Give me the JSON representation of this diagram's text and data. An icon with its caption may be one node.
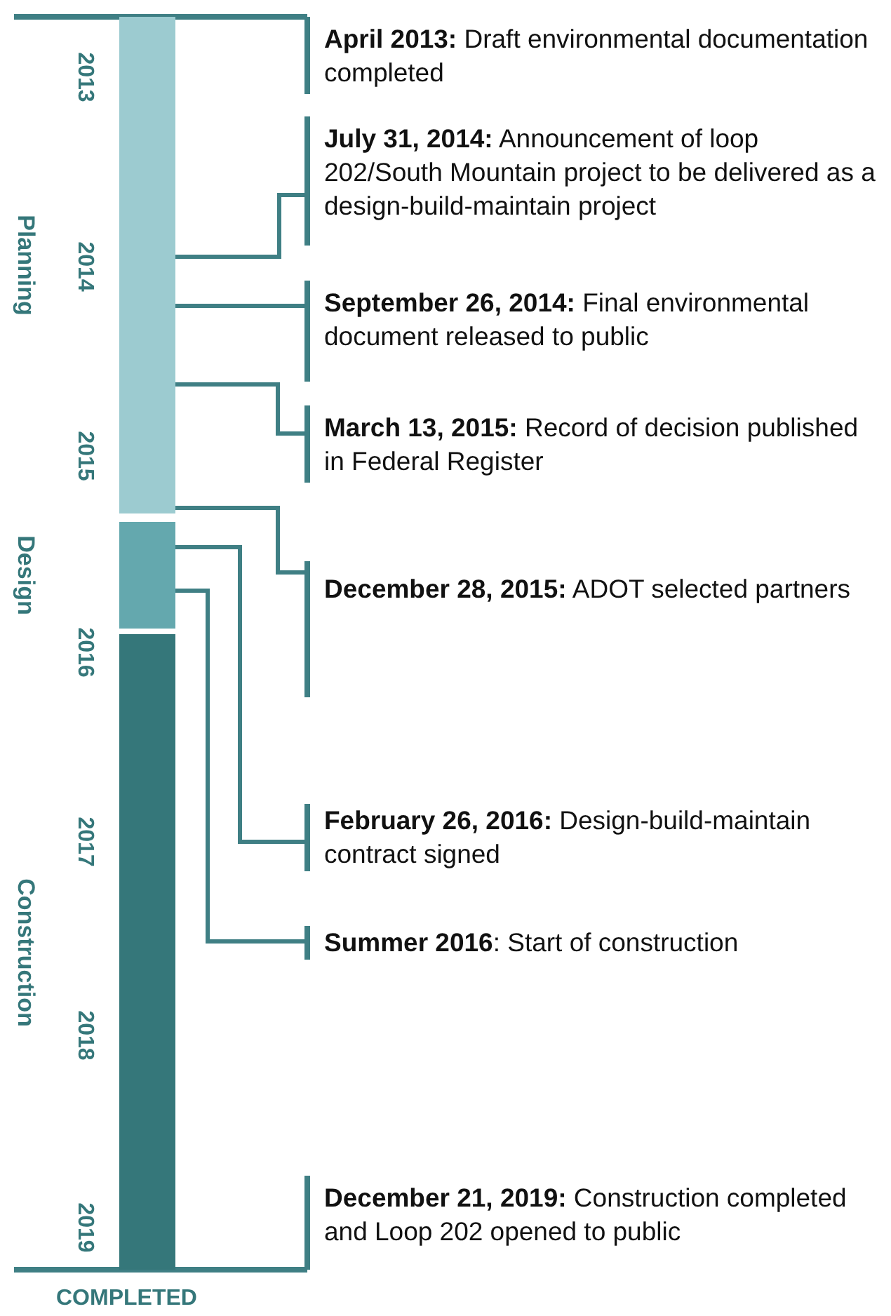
{
  "diagram": {
    "nodes": [
      {
        "text": [
          "Planning"
        ]
      },
      {
        "text": [
          "Design"
        ]
      },
      {
        "text": [
          "Construction"
        ],
        "beside": [
          "COMPLETED"
        ]
      },
      {
        "text": [
          "**April 2013:** Draft environmental documentation completed"
        ]
      },
      {
        "text": [
          "**July 31, 2014:** Announcement of loop 202/South Mountain project to be delivered as a design-build-maintain project"
        ]
      },
      {
        "text": [
          "**September 26, 2014:** Final environmental document released to public"
        ]
      },
      {
        "text": [
          "**March 13, 2015:** Record of decision published in Federal Register"
        ]
      },
      {
        "text": [
          "**December 28, 2015:** ADOT selected partners"
        ]
      },
      {
        "text": [
          "**February 26, 2016:** Design-build-maintain contract signed"
        ]
      },
      {
        "text": [
          "**Summer 2016**: Start of construction"
        ]
      },
      {
        "text": [
          "**December 21, 2019:** Construction completed and Loop 202 opened to public"
        ]
      }
    ],
    "edges": [
      {
        "from": 0,
        "to": 4,
        "arrow": "none"
      },
      {
        "from": 0,
        "to": 5,
        "arrow": "none"
      },
      {
        "from": 0,
        "to": 6,
        "arrow": "none"
      },
      {
        "from": 0,
        "to": 7,
        "arrow": "none"
      },
      {
        "from": 1,
        "to": 8,
        "arrow": "none"
      },
      {
        "from": 1,
        "to": 9,
        "arrow": "none"
      }
    ],
    "labels": [
      "2013",
      "2014",
      "2015",
      "2016",
      "2017",
      "2018",
      "2019"
    ]
  }
}
